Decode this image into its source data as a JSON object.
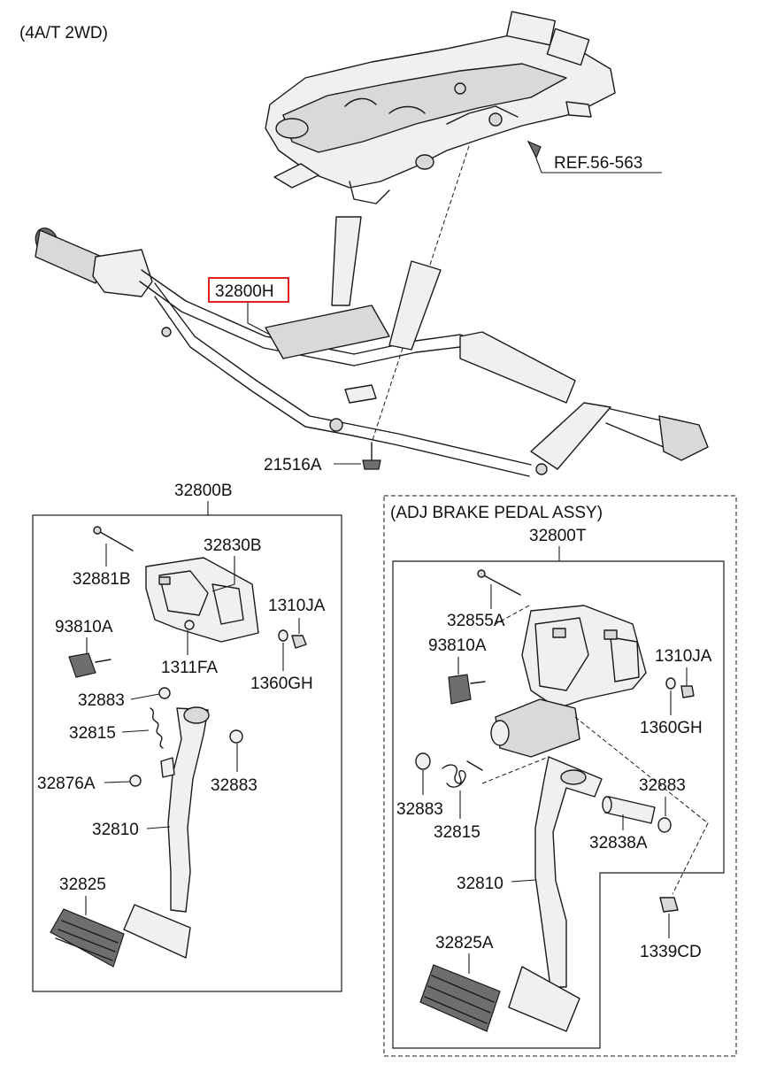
{
  "header": {
    "variant": "(4A/T 2WD)"
  },
  "reference": {
    "label": "REF.56-563"
  },
  "highlight": {
    "part": "32800H",
    "color": "#e02020"
  },
  "parts": {
    "bolt_top": "21516A",
    "std_assy": "32800B",
    "std_bracket": "32830B",
    "std_pin": "32881B",
    "std_nut": "1310JA",
    "std_switch": "93810A",
    "std_bushing": "1311FA",
    "std_washer": "1360GH",
    "std_bush_a": "32883",
    "std_spring": "32815",
    "std_stopper": "32876A",
    "std_bush_b": "32883",
    "std_arm": "32810",
    "std_pad": "32825",
    "adj_title": "(ADJ BRAKE PEDAL ASSY)",
    "adj_assy": "32800T",
    "adj_pin": "32855A",
    "adj_switch": "93810A",
    "adj_nut": "1310JA",
    "adj_washer": "1360GH",
    "adj_bush_r": "32883",
    "adj_bush_l": "32883",
    "adj_spring": "32815",
    "adj_shaft": "32838A",
    "adj_arm": "32810",
    "adj_nut_b": "1339CD",
    "adj_pad": "32825A"
  },
  "icons": {
    "steering_column": "steering-column-assembly-icon",
    "crash_pad_bar": "cowl-cross-bar-icon",
    "standard_pedal": "brake-pedal-icon",
    "adjustable_pedal": "adjustable-brake-pedal-icon"
  }
}
